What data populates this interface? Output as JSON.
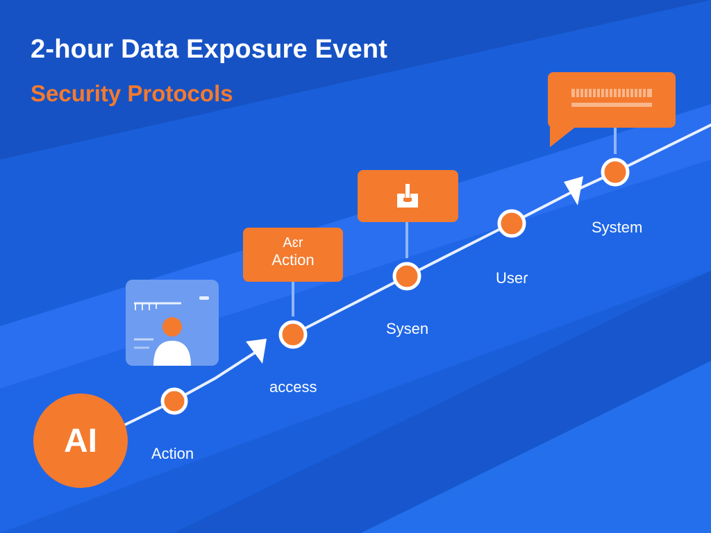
{
  "title": "2-hour Data Exposure Event",
  "subtitle": "Security Protocols",
  "ai_badge": "AI",
  "callout_action": {
    "line1": "Aɛr",
    "line2": "Action"
  },
  "labels": {
    "action": "Action",
    "access": "access",
    "sysen": "Sysen",
    "user": "Useɾ",
    "system": "System"
  },
  "icons": {
    "card": "user-profile-icon",
    "callout_icon": "upload-icon",
    "callout_top": "message-icon"
  },
  "colors": {
    "background": "#1a5fd9",
    "accent": "#f47a2e",
    "text": "#ffffff"
  }
}
